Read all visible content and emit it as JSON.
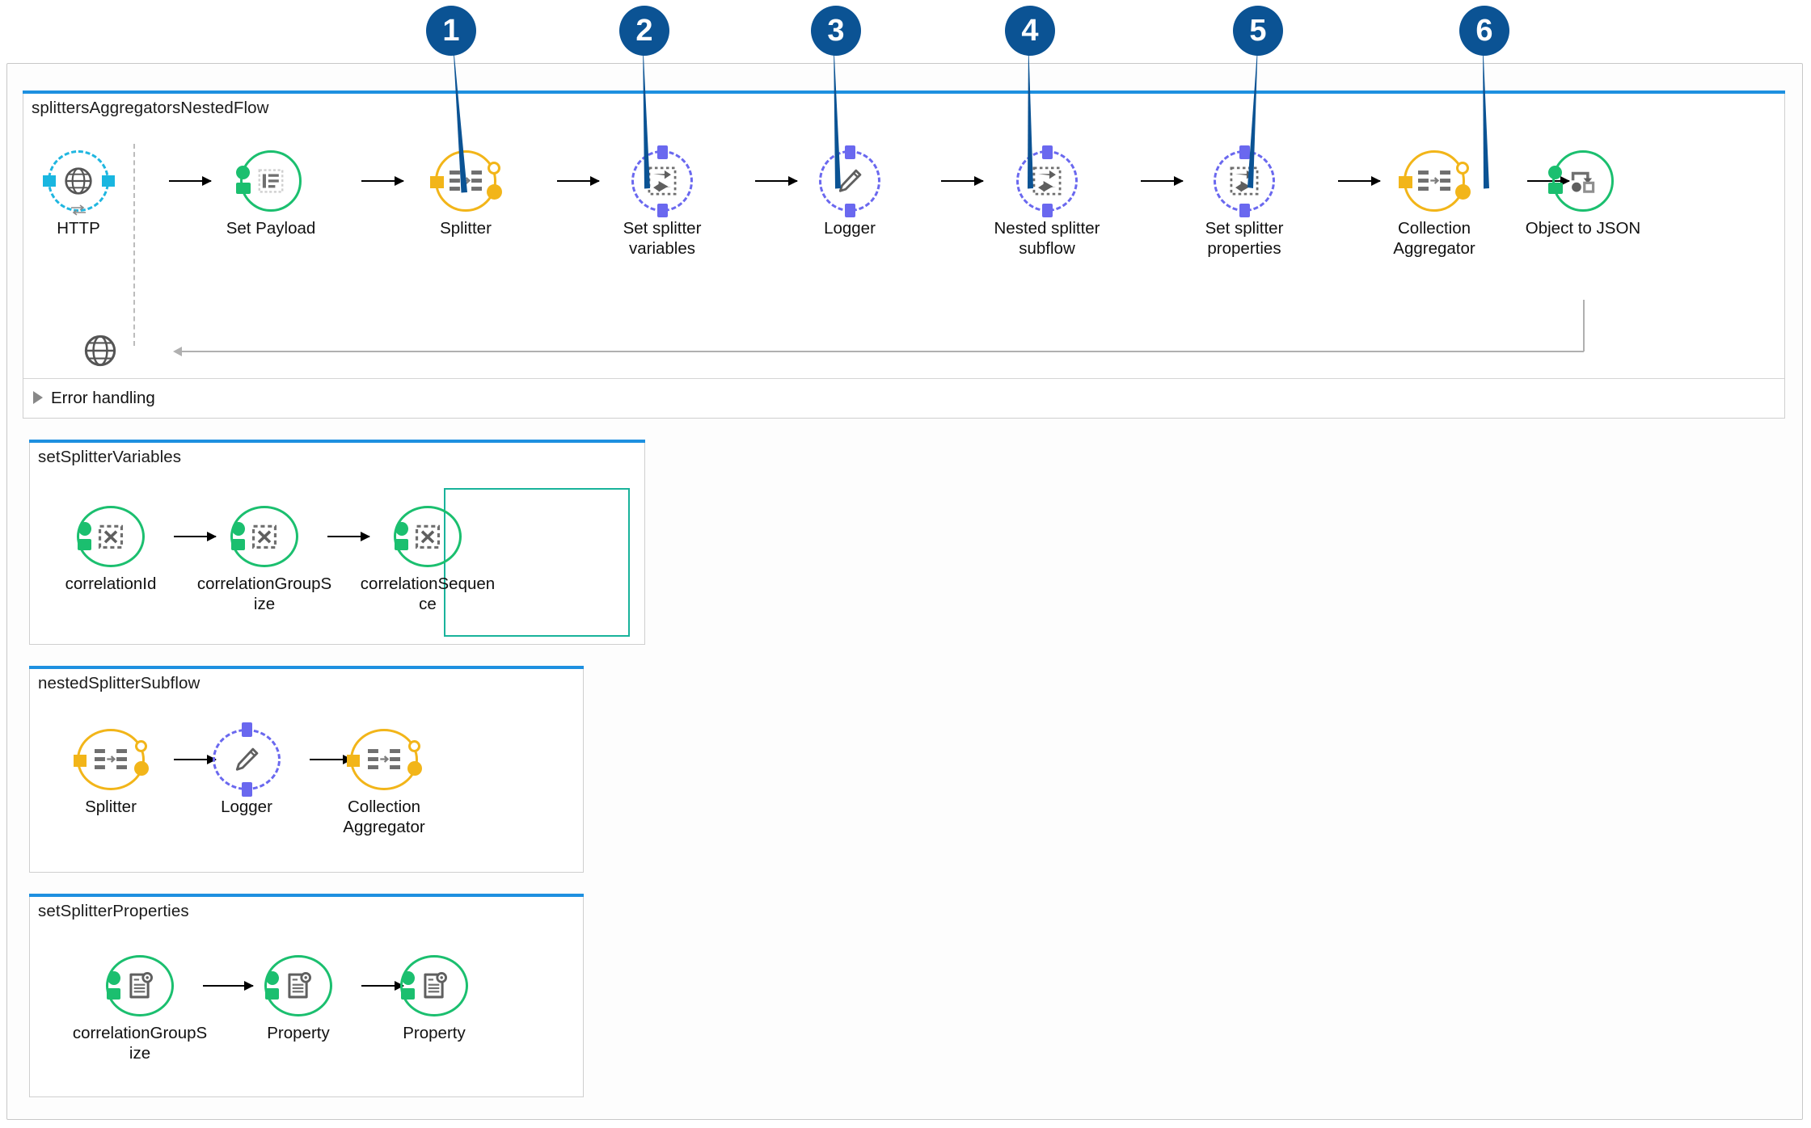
{
  "canvas": {
    "accent_blue": "#1e90e0",
    "badge_color": "#0b5394",
    "selection_color": "#19b39b"
  },
  "callouts": [
    {
      "number": "1",
      "target": "Splitter"
    },
    {
      "number": "2",
      "target": "Set splitter variables"
    },
    {
      "number": "3",
      "target": "Logger"
    },
    {
      "number": "4",
      "target": "Nested splitter subflow"
    },
    {
      "number": "5",
      "target": "Set splitter properties"
    },
    {
      "number": "6",
      "target": "Collection Aggregator"
    }
  ],
  "flows": [
    {
      "id": "main",
      "title": "splittersAggregatorsNestedFlow",
      "error_handling": {
        "label": "Error handling",
        "expanded": false,
        "icon": "globe-icon"
      },
      "nodes": [
        {
          "label": "HTTP",
          "icon": "globe-icon",
          "color": "cyan",
          "kind": "source"
        },
        {
          "label": "Set Payload",
          "icon": "set-payload-icon",
          "color": "green",
          "kind": "processor"
        },
        {
          "label": "Splitter",
          "icon": "splitter-icon",
          "color": "amber",
          "kind": "scope"
        },
        {
          "label": "Set splitter variables",
          "icon": "flow-ref-icon",
          "color": "periwinkle",
          "kind": "flow-ref"
        },
        {
          "label": "Logger",
          "icon": "pencil-icon",
          "color": "periwinkle",
          "kind": "processor"
        },
        {
          "label": "Nested splitter subflow",
          "icon": "flow-ref-icon",
          "color": "periwinkle",
          "kind": "flow-ref"
        },
        {
          "label": "Set splitter properties",
          "icon": "flow-ref-icon",
          "color": "periwinkle",
          "kind": "flow-ref"
        },
        {
          "label": "Collection Aggregator",
          "icon": "aggregator-icon",
          "color": "amber",
          "kind": "scope"
        },
        {
          "label": "Object to JSON",
          "icon": "object-to-json-icon",
          "color": "green",
          "kind": "transformer"
        }
      ]
    },
    {
      "id": "setSplitterVariables",
      "title": "setSplitterVariables",
      "nodes": [
        {
          "label": "correlationId",
          "icon": "variable-icon",
          "color": "green",
          "selected": false
        },
        {
          "label": "correlationGroupSize",
          "icon": "variable-icon",
          "color": "green",
          "selected": false
        },
        {
          "label": "correlationSequence",
          "icon": "variable-icon",
          "color": "green",
          "selected": true
        }
      ]
    },
    {
      "id": "nestedSplitterSubflow",
      "title": "nestedSplitterSubflow",
      "nodes": [
        {
          "label": "Splitter",
          "icon": "splitter-icon",
          "color": "amber"
        },
        {
          "label": "Logger",
          "icon": "pencil-icon",
          "color": "periwinkle"
        },
        {
          "label": "Collection Aggregator",
          "icon": "aggregator-icon",
          "color": "amber"
        }
      ]
    },
    {
      "id": "setSplitterProperties",
      "title": "setSplitterProperties",
      "nodes": [
        {
          "label": "correlationGroupSize",
          "icon": "property-icon",
          "color": "green"
        },
        {
          "label": "Property",
          "icon": "property-icon",
          "color": "green"
        },
        {
          "label": "Property",
          "icon": "property-icon",
          "color": "green"
        }
      ]
    }
  ]
}
